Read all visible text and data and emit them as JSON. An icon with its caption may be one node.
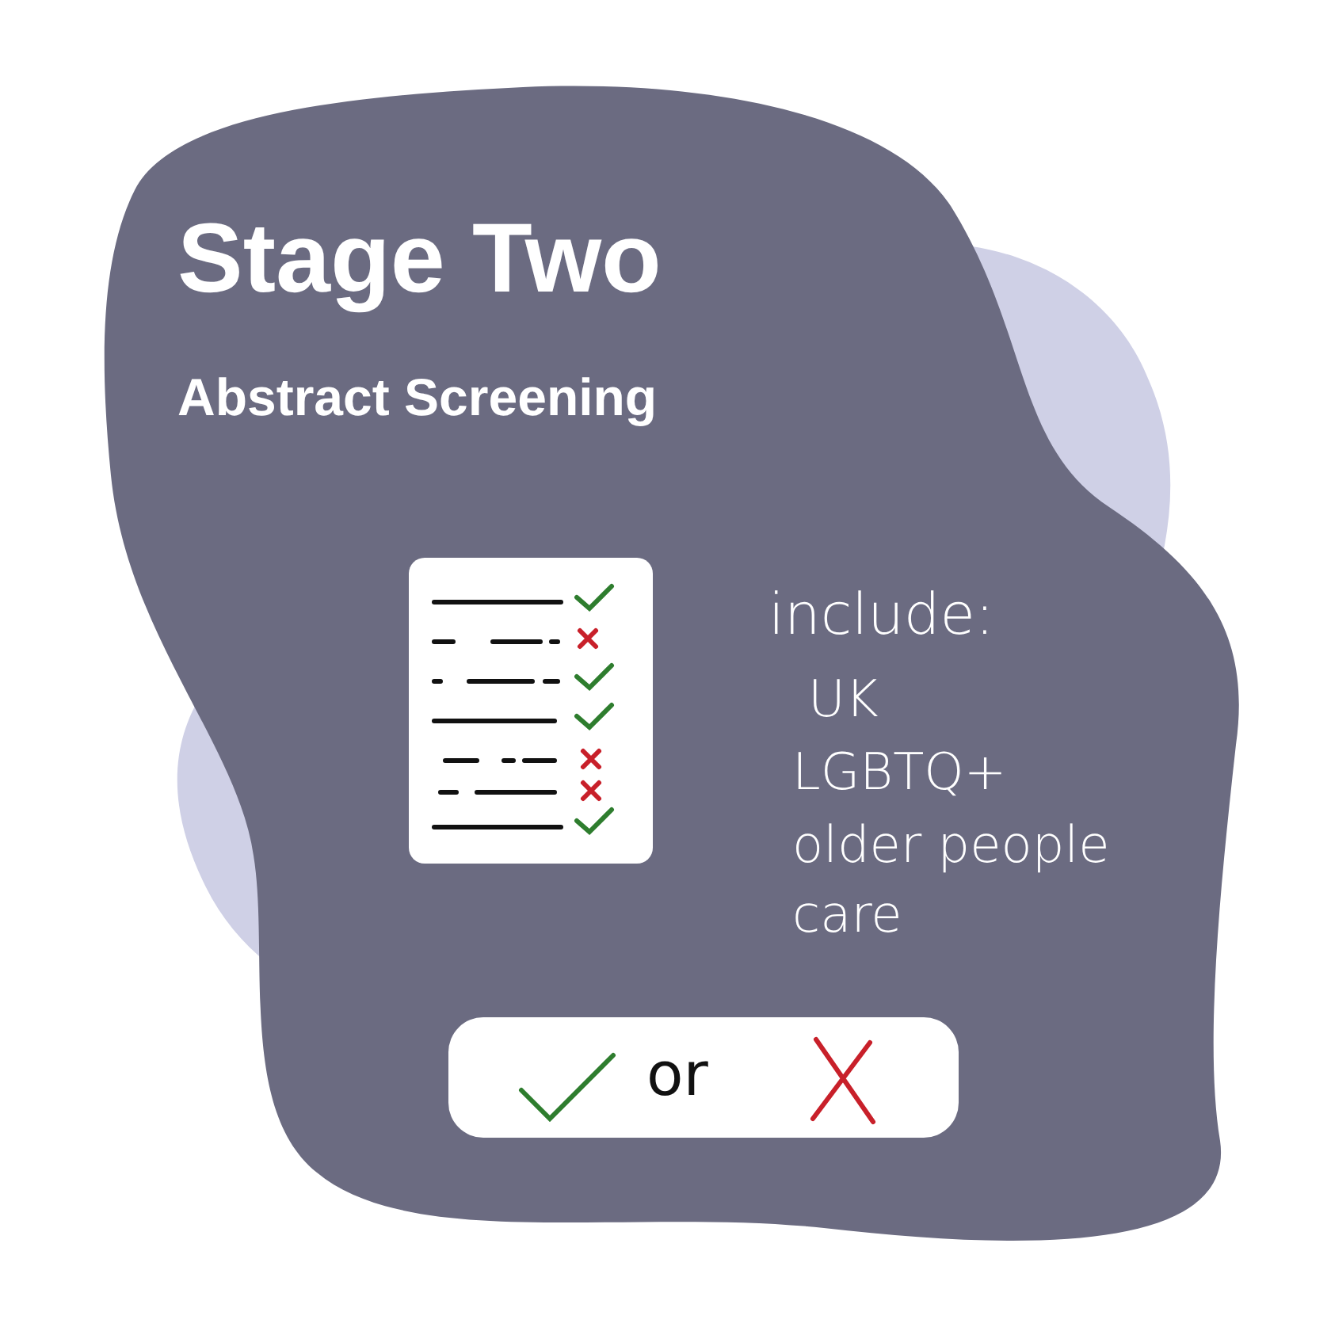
{
  "diagram": {
    "title": "Stage Two",
    "nodes": [
      {
        "text": [
          "or"
        ]
      }
    ],
    "labels": [
      "Abstract Screening",
      "include:",
      "UK",
      "LGBTQ+",
      "older people",
      "care"
    ]
  }
}
